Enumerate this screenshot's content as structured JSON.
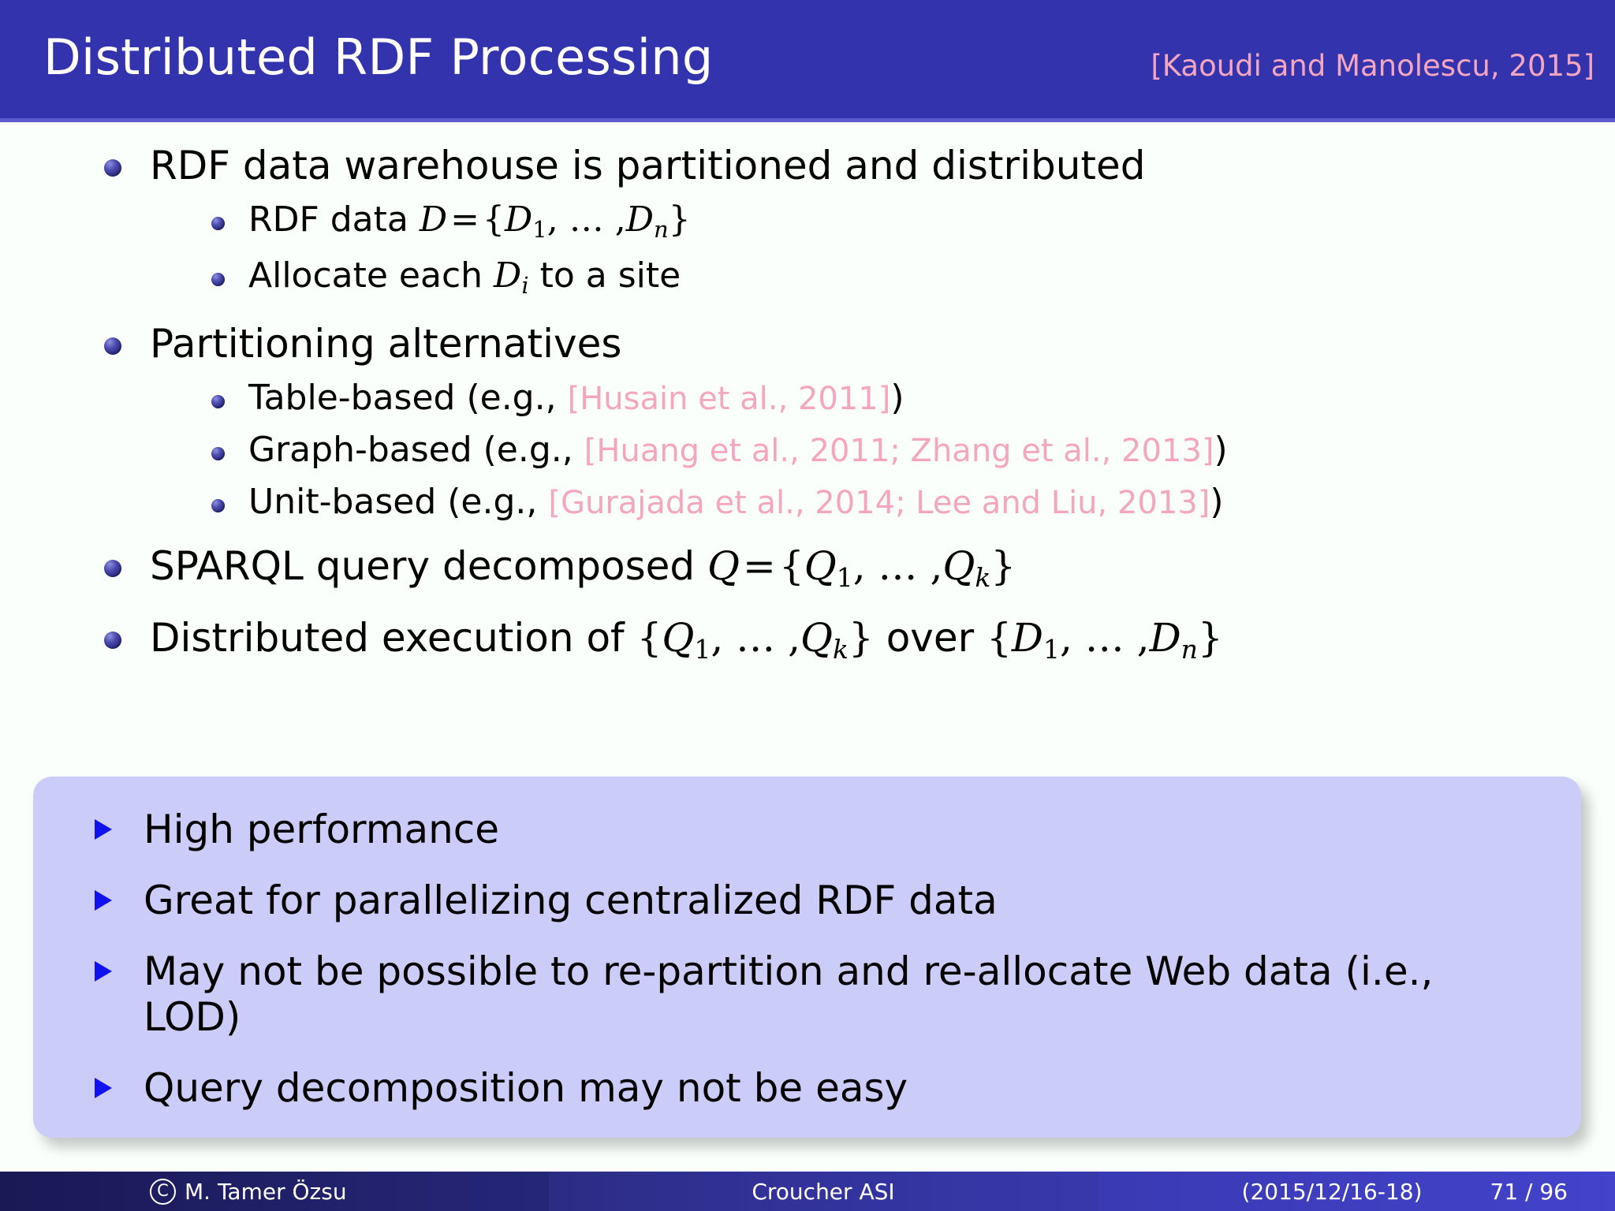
{
  "header": {
    "title": "Distributed RDF Processing",
    "citation": "[Kaoudi and Manolescu, 2015]",
    "bg_color": "#3333ad",
    "title_color": "#ffffff",
    "citation_color": "#f4a6c0"
  },
  "content": {
    "items": [
      {
        "level": 1,
        "text": "RDF data warehouse is partitioned and distributed"
      },
      {
        "level": 2,
        "prefix": "RDF data ",
        "math": "D = {D_1, ..., D_n}"
      },
      {
        "level": 2,
        "prefix": "Allocate each ",
        "math": "D_i",
        "suffix": " to a site"
      },
      {
        "level": 1,
        "text": "Partitioning alternatives"
      },
      {
        "level": 2,
        "prefix": "Table-based (e.g., ",
        "citation": "[Husain et al., 2011]",
        "suffix": ")"
      },
      {
        "level": 2,
        "prefix": "Graph-based (e.g., ",
        "citation": "[Huang et al., 2011; Zhang et al., 2013]",
        "suffix": ")"
      },
      {
        "level": 2,
        "prefix": "Unit-based (e.g., ",
        "citation": "[Gurajada et al., 2014; Lee and Liu, 2013]",
        "suffix": ")"
      },
      {
        "level": 1,
        "prefix": "SPARQL query decomposed ",
        "math": "Q = {Q_1, ..., Q_k}"
      },
      {
        "level": 1,
        "prefix": "Distributed execution of ",
        "math": "{Q_1, ..., Q_k} over {D_1, ..., D_n}"
      }
    ],
    "labels": {
      "l1_rdf_warehouse": "RDF data warehouse is partitioned and distributed",
      "l2_rdf_data": "RDF data",
      "l2_allocate_pre": "Allocate each",
      "l2_allocate_post": "to a site",
      "l1_partitioning": "Partitioning alternatives",
      "l2_table_pre": "Table-based (e.g.,",
      "cite_husain": "[Husain et al., 2011]",
      "l2_graph_pre": "Graph-based (e.g.,",
      "cite_huang_zhang": "[Huang et al., 2011; Zhang et al., 2013]",
      "l2_unit_pre": "Unit-based (e.g.,",
      "cite_gurajada_lee": "[Gurajada et al., 2014; Lee and Liu, 2013]",
      "close_paren": ")",
      "l1_sparql_pre": "SPARQL query decomposed",
      "l1_distexec_pre": "Distributed execution of",
      "word_over": "over"
    },
    "math_glyphs": {
      "D": "D",
      "Q": "Q",
      "equals": "=",
      "open_brace": "{",
      "close_brace": "}",
      "ellipsis": ", … ,",
      "comma": ",",
      "sub_1": "1",
      "sub_n": "n",
      "sub_i": "i",
      "sub_k": "k"
    }
  },
  "block": {
    "bg_color": "#ccccf8",
    "bullet_color": "#1111ee",
    "items": [
      "High performance",
      "Great for parallelizing centralized RDF data",
      "May not be possible to re-partition and re-allocate Web data (i.e., LOD)",
      "Query decomposition may not be easy"
    ]
  },
  "footer": {
    "copyright_symbol": "C",
    "author": "M. Tamer Özsu",
    "venue": "Croucher ASI",
    "date": "(2015/12/16-18)",
    "page": "71 / 96"
  }
}
